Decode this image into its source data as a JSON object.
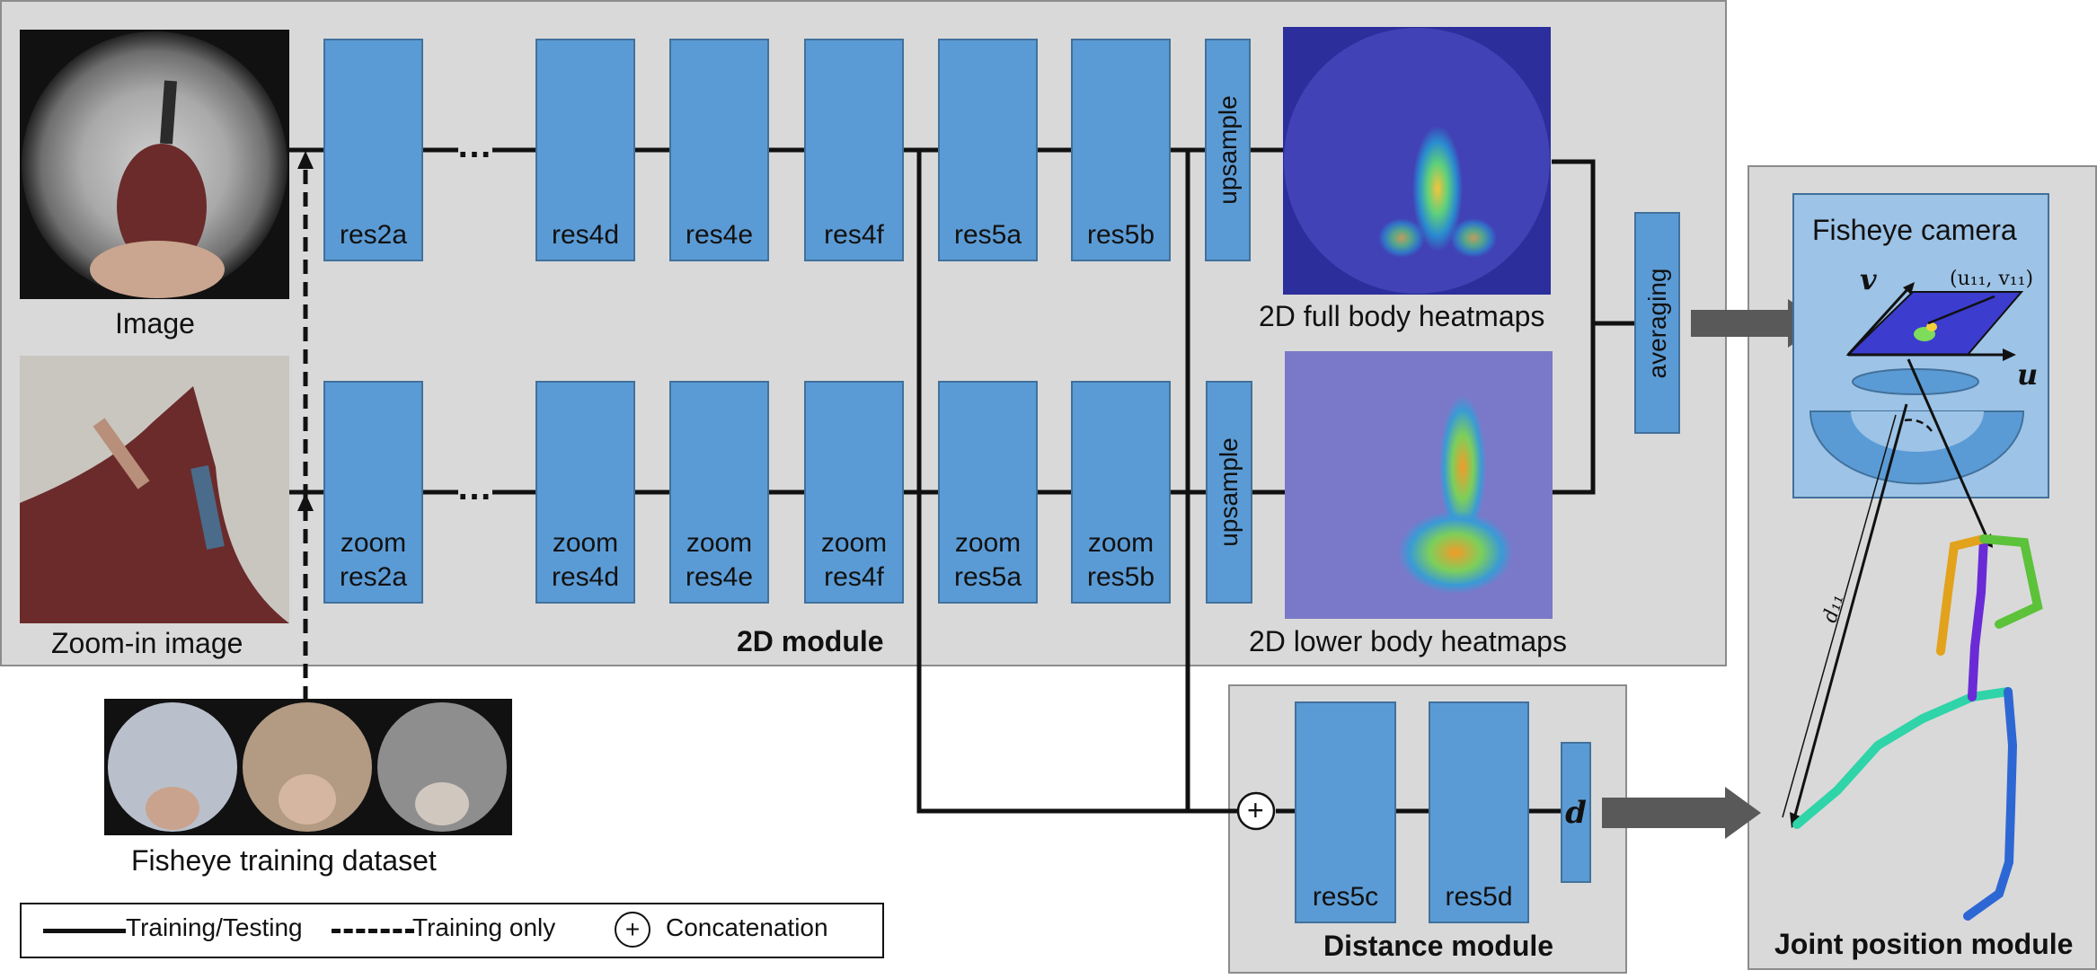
{
  "modules": {
    "module_2d": "2D module",
    "distance": "Distance module",
    "joint": "Joint position module"
  },
  "inputs": {
    "image": "Image",
    "zoom_image": "Zoom-in image",
    "training_dataset": "Fisheye training dataset"
  },
  "top_row": {
    "blocks": [
      "res2a",
      "res4d",
      "res4e",
      "res4f",
      "res5a",
      "res5b"
    ],
    "ellipsis": "…",
    "upsample": "upsample",
    "heatmap_label": "2D full body heatmaps"
  },
  "bottom_row": {
    "prefix": "zoom",
    "blocks": [
      "res2a",
      "res4d",
      "res4e",
      "res4f",
      "res5a",
      "res5b"
    ],
    "ellipsis": "…",
    "upsample": "upsample",
    "heatmap_label": "2D lower body heatmaps"
  },
  "averaging": "averaging",
  "distance_module": {
    "concat_symbol": "+",
    "blocks": [
      "res5c",
      "res5d"
    ],
    "output": "d"
  },
  "camera": {
    "title": "Fisheye camera",
    "axis_v": "v",
    "axis_u": "u",
    "point_label": "(u₁₁, v₁₁)",
    "distance_label": "d₁₁"
  },
  "legend": {
    "solid": "Training/Testing",
    "dashed": "Training only",
    "concat_symbol": "+",
    "concat": "Concatenation"
  },
  "colors": {
    "block_fill": "#5b9bd5",
    "block_border": "#41719c",
    "panel_fill": "#d9d9d9",
    "arrow": "#595959"
  }
}
